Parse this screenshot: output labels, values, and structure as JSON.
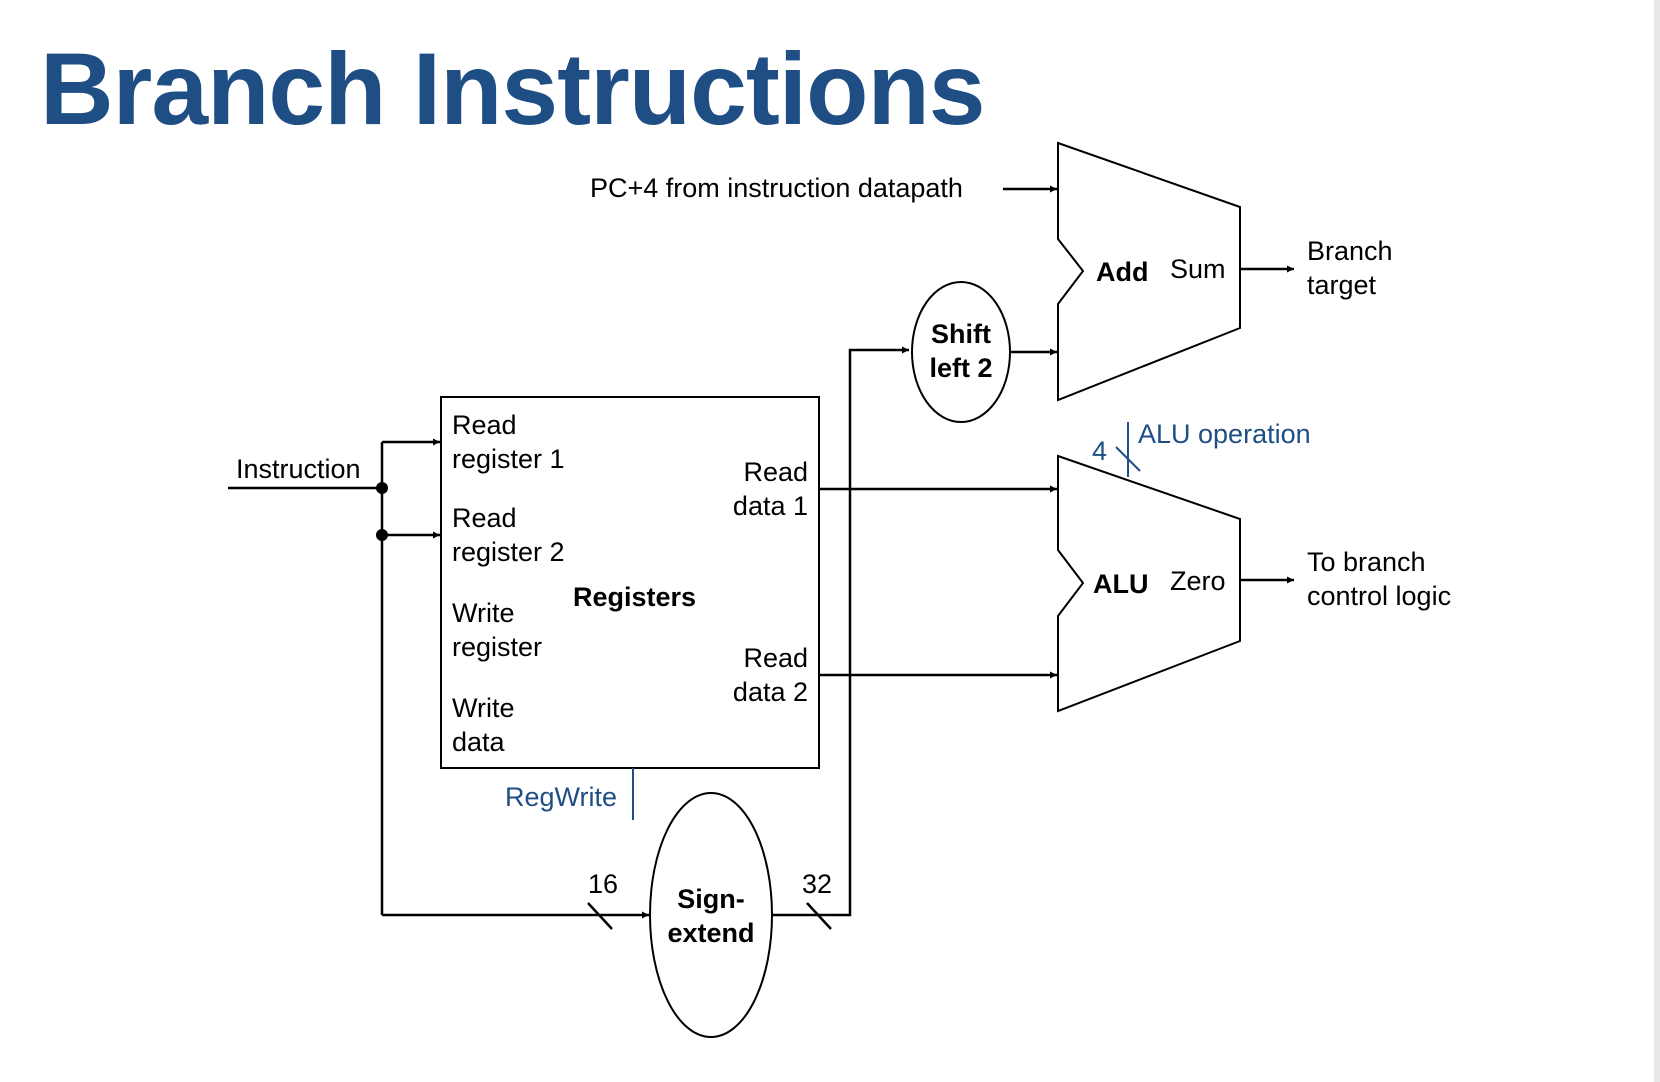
{
  "title": "Branch Instructions",
  "diagram": {
    "pc_input": "PC+4 from instruction datapath",
    "adder": {
      "name": "Add",
      "output": "Sum"
    },
    "branch_target": [
      "Branch",
      "target"
    ],
    "shift": [
      "Shift",
      "left 2"
    ],
    "instruction": "Instruction",
    "registers": {
      "name": "Registers",
      "read_register_1": [
        "Read",
        "register 1"
      ],
      "read_register_2": [
        "Read",
        "register 2"
      ],
      "write_register": [
        "Write",
        "register"
      ],
      "write_data": [
        "Write",
        "data"
      ],
      "read_data_1": [
        "Read",
        "data 1"
      ],
      "read_data_2": [
        "Read",
        "data 2"
      ]
    },
    "regwrite": "RegWrite",
    "sign_extend": [
      "Sign-",
      "extend"
    ],
    "width_in": "16",
    "width_out": "32",
    "alu": {
      "name": "ALU",
      "output": "Zero"
    },
    "alu_operation": "ALU operation",
    "alu_op_width": "4",
    "branch_control": [
      "To branch",
      "control logic"
    ]
  }
}
